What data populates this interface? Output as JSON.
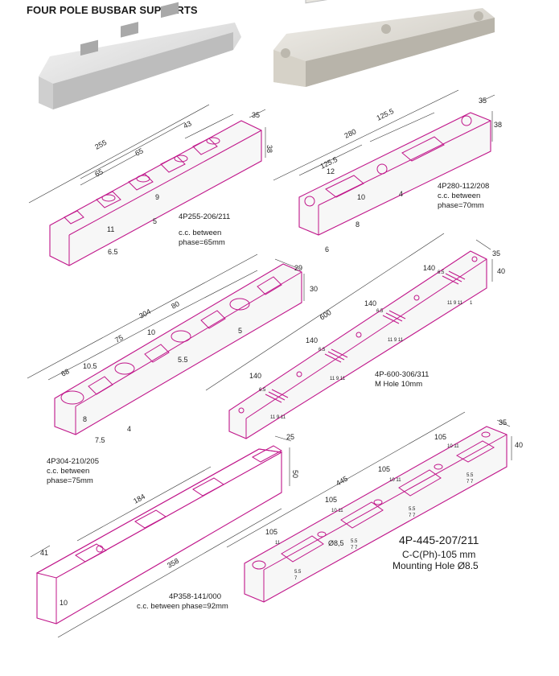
{
  "title": "FOUR POLE BUSBAR SUPPORTS",
  "accent_color": "#c0168a",
  "models": [
    {
      "code": "4P255-206/211",
      "note": "c.c. between phase=65mm",
      "dims": [
        "255",
        "65",
        "65",
        "43",
        "35",
        "38",
        "9",
        "5",
        "11",
        "6.5"
      ]
    },
    {
      "code": "4P280-112/208",
      "note": "c.c. between phase=70mm",
      "dims": [
        "280",
        "125.5",
        "125.5",
        "12",
        "35",
        "38",
        "10",
        "4",
        "8",
        "6"
      ]
    },
    {
      "code": "4P304-210/205",
      "note": "c.c. between phase=75mm",
      "dims": [
        "304",
        "80",
        "75",
        "68",
        "10",
        "10.5",
        "5.5",
        "29",
        "30",
        "5",
        "8",
        "4",
        "7.5"
      ]
    },
    {
      "code": "4P-600-306/311",
      "note": "M Hole 10mm",
      "dims": [
        "600",
        "140",
        "140",
        "140",
        "140",
        "35",
        "40",
        "6.5",
        "6",
        "8",
        "11",
        "9",
        "1"
      ]
    },
    {
      "code": "4P358-141/000",
      "note": "c.c. between phase=92mm",
      "dims": [
        "358",
        "184",
        "41",
        "10",
        "25",
        "50"
      ]
    },
    {
      "code": "4P-445-207/211",
      "note": "C-C(Ph)-105 mm",
      "note2": "Mounting Hole Ø8.5",
      "dims": [
        "445",
        "105",
        "105",
        "105",
        "105",
        "35",
        "40",
        "Ø8.5",
        "11",
        "10",
        "5.5",
        "7"
      ]
    }
  ],
  "text": {
    "m1_code": "4P255-206/211",
    "m1_l1": "c.c. between",
    "m1_l2": "phase=65mm",
    "m2_code": "4P280-112/208",
    "m2_l1": "c.c. between",
    "m2_l2": "phase=70mm",
    "m3_code": "4P304-210/205",
    "m3_l1": "c.c. between",
    "m3_l2": "phase=75mm",
    "m4_code": "4P-600-306/311",
    "m4_l1": "M Hole 10mm",
    "m5_code": "4P358-141/000",
    "m5_l1": "c.c. between phase=92mm",
    "m6_code": "4P-445-207/211",
    "m6_l1": "C-C(Ph)-105 mm",
    "m6_l2": "Mounting Hole Ø8.5"
  }
}
